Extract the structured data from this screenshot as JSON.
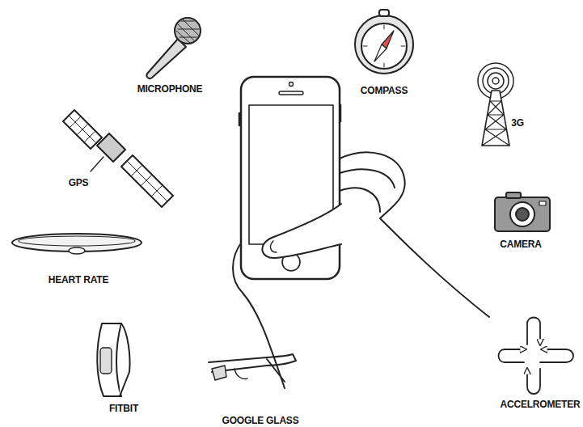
{
  "diagram": {
    "labels": [
      "MICROPHONE",
      "COMPASS",
      "3G",
      "GPS",
      "CAMERA",
      "HEART RATE",
      "FITBIT",
      "GOOGLE GLASS",
      "ACCELROMETER"
    ]
  }
}
